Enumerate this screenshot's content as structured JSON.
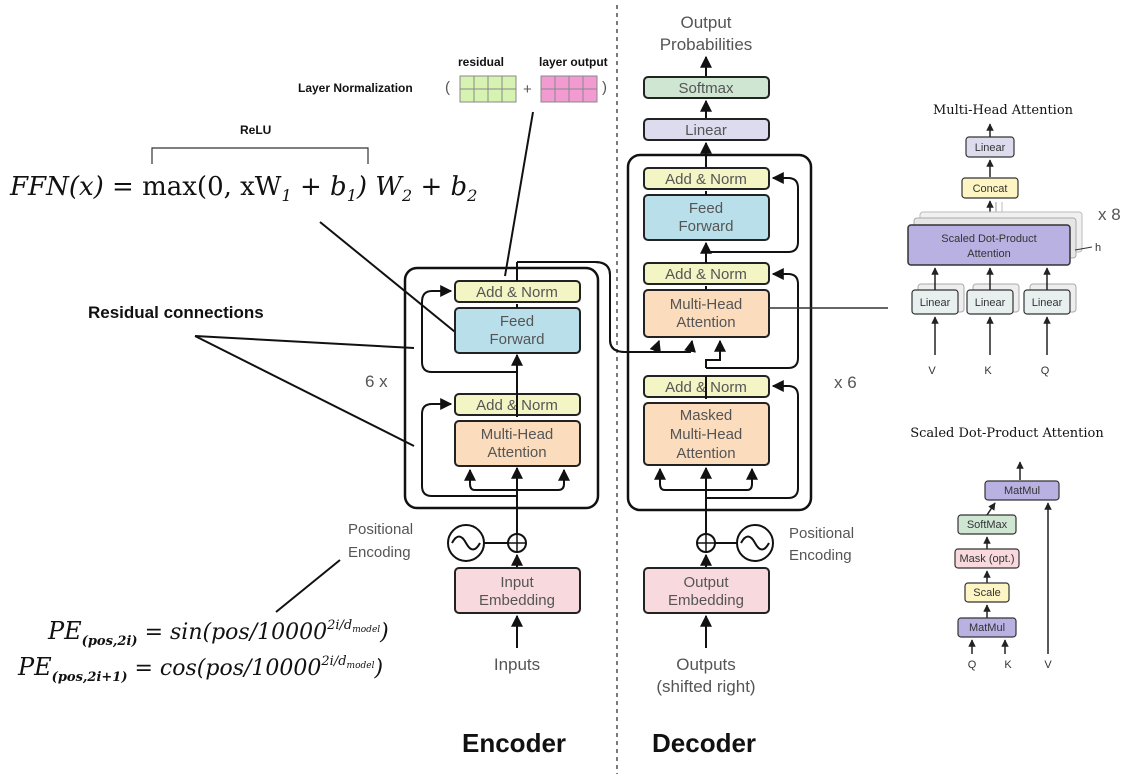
{
  "layer_norm": {
    "label": "Layer Normalization",
    "open": "(",
    "close": ")",
    "plus": "+",
    "residual": "residual",
    "layer_output": "layer output"
  },
  "ffn": {
    "relu": "ReLU",
    "formula_lhs": "FFN(x) = ",
    "formula_max": "max(0, xW",
    "sub1": "1",
    "plus_b": " + b",
    "sub_b1": "1",
    "close": ")",
    "w2": " W",
    "sub2": "2",
    "plus_b2": " + b",
    "sub_b2": "2"
  },
  "residual_label": "Residual connections",
  "encoder": {
    "add_norm": "Add & Norm",
    "feed": "Feed",
    "forward": "Forward",
    "multi_head": "Multi-Head",
    "attention": "Attention",
    "repeat": "6 x",
    "pos_enc_1": "Positional",
    "pos_enc_2": "Encoding",
    "input": "Input",
    "embedding": "Embedding",
    "inputs": "Inputs",
    "title": "Encoder"
  },
  "decoder": {
    "output_prob_1": "Output",
    "output_prob_2": "Probabilities",
    "softmax": "Softmax",
    "linear": "Linear",
    "add_norm": "Add & Norm",
    "feed": "Feed",
    "forward": "Forward",
    "multi_head": "Multi-Head",
    "attention": "Attention",
    "masked": "Masked",
    "repeat": "x 6",
    "pos_enc_1": "Positional",
    "pos_enc_2": "Encoding",
    "output": "Output",
    "embedding": "Embedding",
    "outputs_1": "Outputs",
    "outputs_2": "(shifted right)",
    "title": "Decoder"
  },
  "pe": {
    "pe1_lhs": "PE",
    "pe1_sub": "(pos,2i)",
    "pe1_rhs": " = sin(pos/10000",
    "pe1_exp": "2i/d",
    "pe1_exp_sub": "model",
    "pe1_close": ")",
    "pe2_lhs": "PE",
    "pe2_sub": "(pos,2i+1)",
    "pe2_rhs": " = cos(pos/10000",
    "pe2_exp": "2i/d",
    "pe2_exp_sub": "model",
    "pe2_close": ")"
  },
  "mha": {
    "title": "Multi-Head Attention",
    "linear": "Linear",
    "concat": "Concat",
    "sdpa_1": "Scaled Dot-Product",
    "sdpa_2": "Attention",
    "h": "h",
    "repeat": "x 8",
    "v": "V",
    "k": "K",
    "q": "Q"
  },
  "sdpa": {
    "title": "Scaled Dot-Product Attention",
    "matmul": "MatMul",
    "softmax": "SoftMax",
    "mask": "Mask (opt.)",
    "scale": "Scale",
    "q": "Q",
    "k": "K",
    "v": "V"
  },
  "colors": {
    "add_norm": "#f3f5c5",
    "feed_forward": "#b9dfeb",
    "attention": "#fbdcbd",
    "embedding": "#f8d9de",
    "softmax": "#cfe6d3",
    "linear": "#dcdcee",
    "concat": "#fdf5c3",
    "sdpa": "#b9b1e2",
    "residual_grid": "#d7f3b2",
    "output_grid": "#f29bd3"
  }
}
